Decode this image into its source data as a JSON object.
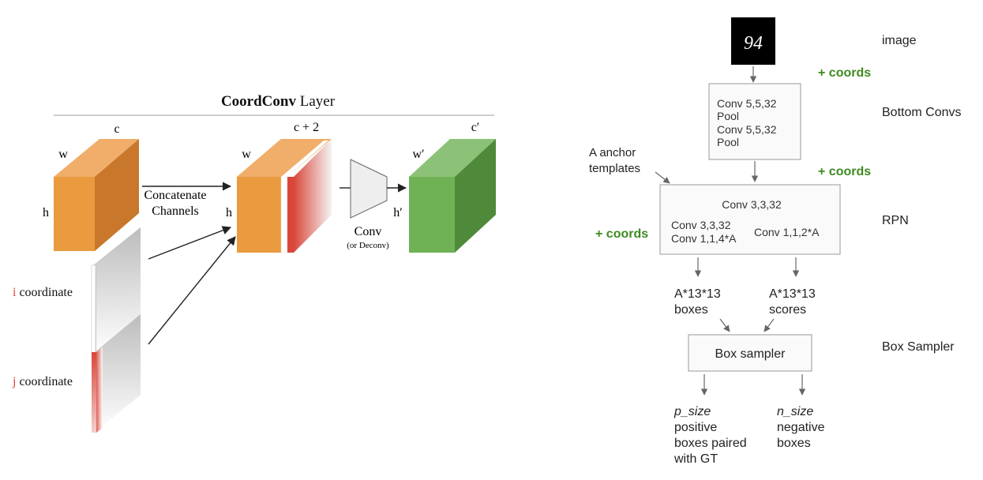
{
  "colors": {
    "orange_front": "#ea9a3f",
    "orange_top": "#f0ae6a",
    "orange_side": "#c9772b",
    "green_front": "#6fb255",
    "green_top": "#8cc277",
    "green_side": "#4f8a3b",
    "red_coord": "#d9473b",
    "gray_coord": "#cfcfcf",
    "coords_green": "#3f8a22",
    "box_stroke": "#9a9a9a",
    "arrow": "#666666",
    "rule": "#bdbdbd"
  },
  "left": {
    "title_bold": "CoordConv",
    "title_rest": " Layer",
    "input": {
      "c": "c",
      "w": "w",
      "h": "h"
    },
    "concat_label": [
      "Concatenate",
      "Channels"
    ],
    "middle": {
      "c": "c + 2",
      "w": "w",
      "h": "h"
    },
    "conv_label": "Conv",
    "conv_sub": "(or Deconv)",
    "output": {
      "c": "c′",
      "w": "w′",
      "h": "h′"
    },
    "i_coord": {
      "letter": "i",
      "rest": " coordinate"
    },
    "j_coord": {
      "letter": "j",
      "rest": " coordinate"
    }
  },
  "right": {
    "image_digits": "94",
    "labels": {
      "image": "image",
      "bottom": "Bottom Convs",
      "rpn": "RPN",
      "sampler": "Box Sampler"
    },
    "coords": [
      "+ coords",
      "+ coords",
      "+ coords"
    ],
    "bottom_box": [
      "Conv 5,5,32",
      "Pool",
      "Conv 5,5,32",
      "Pool"
    ],
    "anchor": [
      "A anchor",
      "templates"
    ],
    "rpn_box": {
      "top": "Conv 3,3,32",
      "left": [
        "Conv 3,3,32",
        "Conv 1,1,4*A"
      ],
      "right": "Conv 1,1,2*A"
    },
    "boxes_out": [
      "A*13*13",
      "boxes"
    ],
    "scores_out": [
      "A*13*13",
      "scores"
    ],
    "sampler_box": "Box sampler",
    "p_size": {
      "italic": "p_size",
      "lines": [
        "positive",
        "boxes paired",
        "with GT"
      ]
    },
    "n_size": {
      "italic": "n_size",
      "lines": [
        "negative",
        "boxes"
      ]
    }
  }
}
